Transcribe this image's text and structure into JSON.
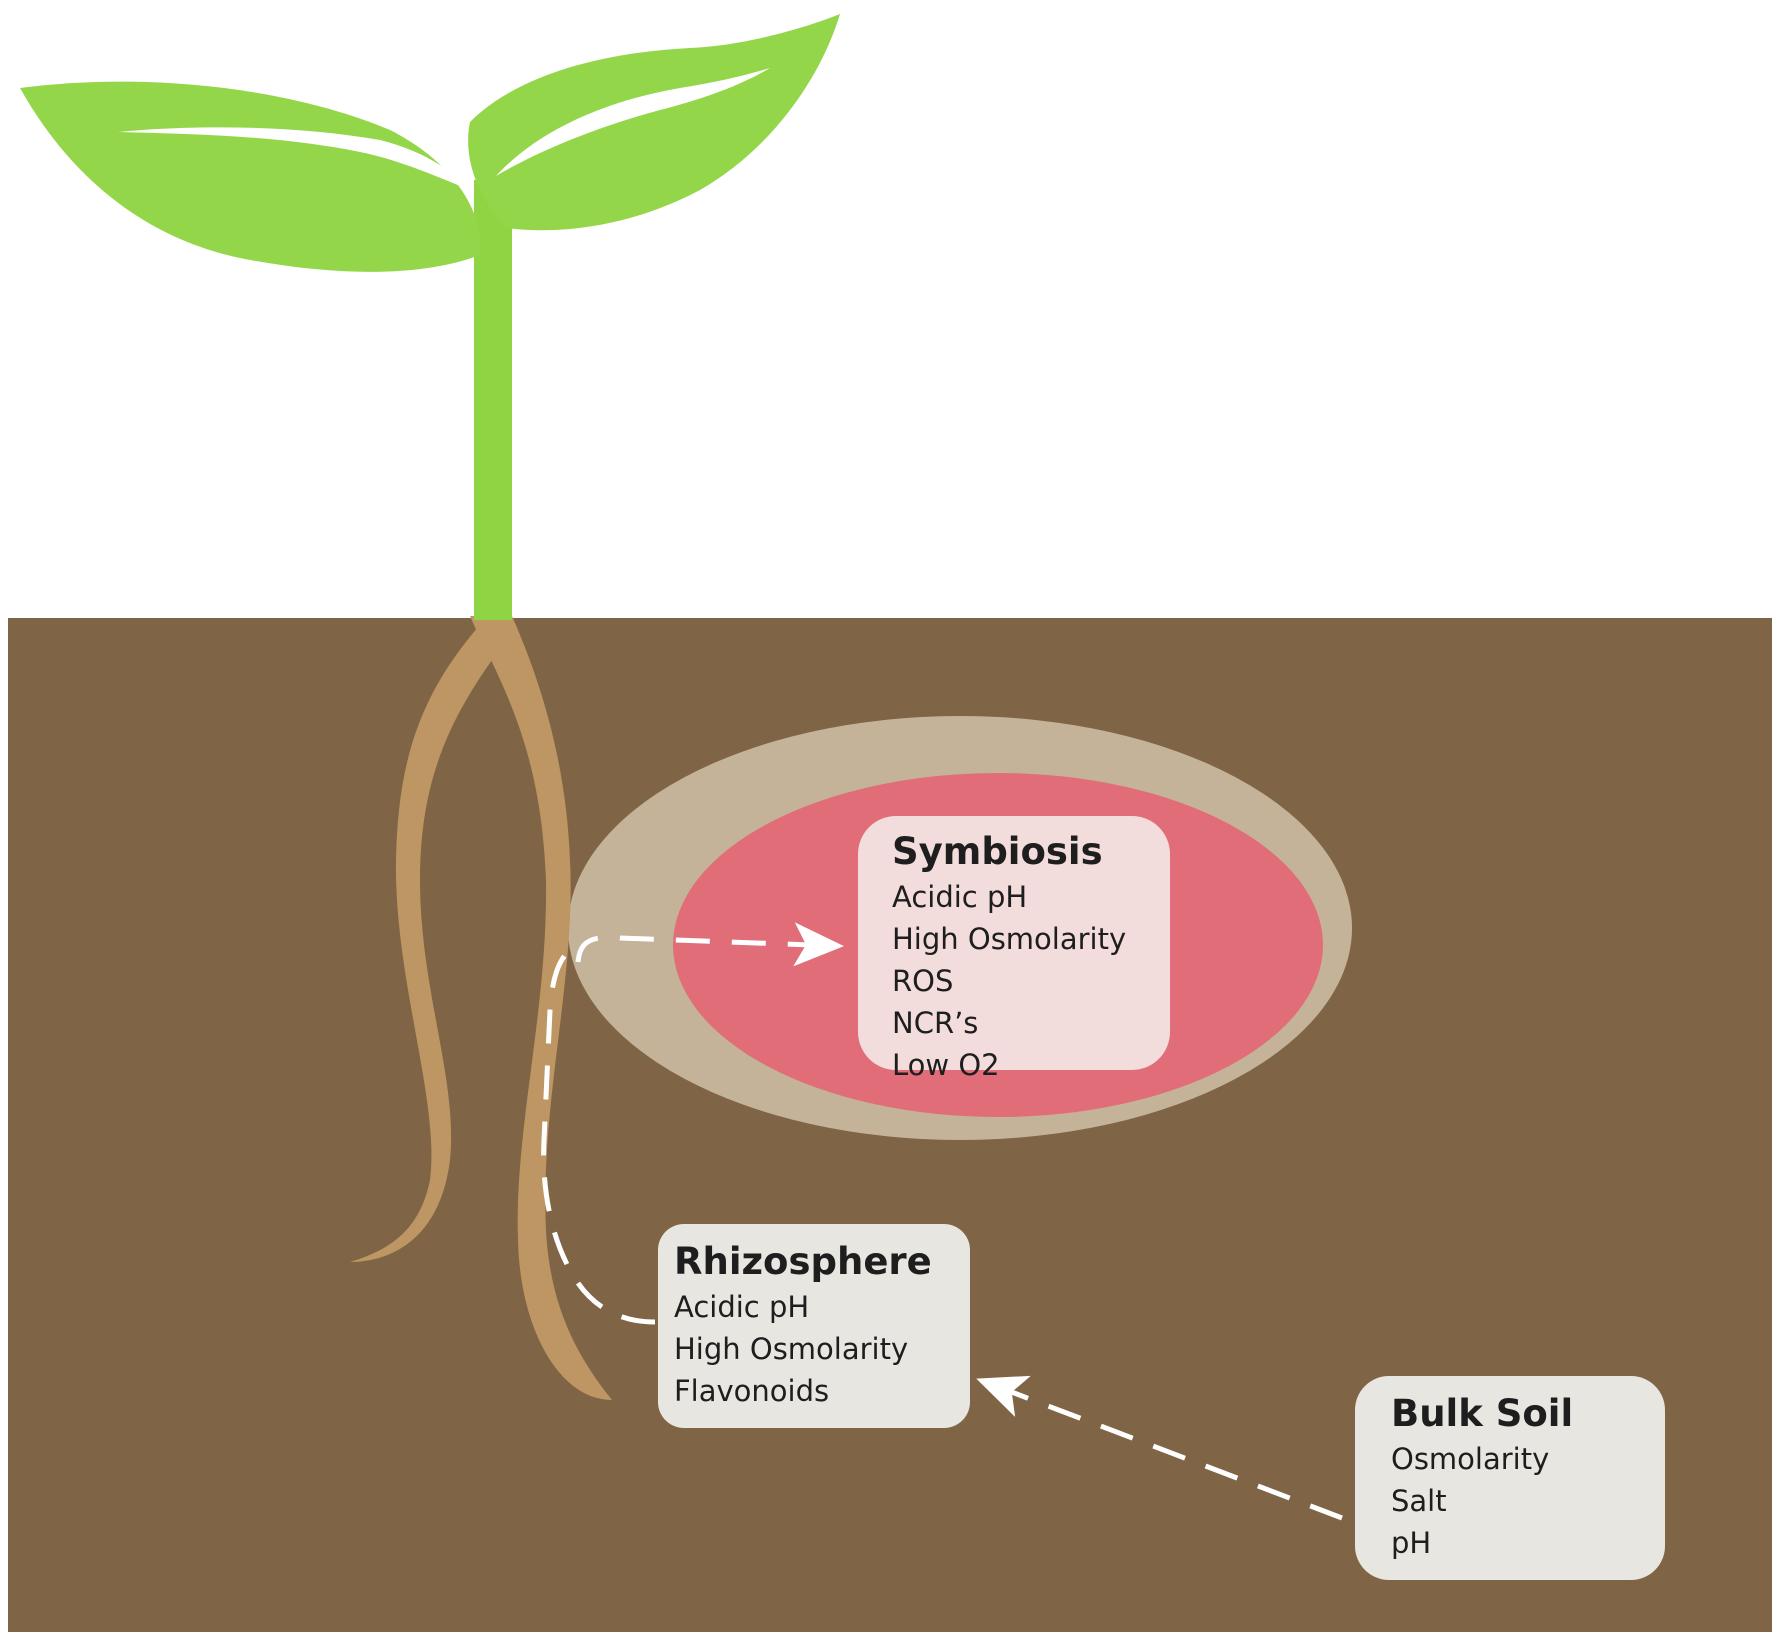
{
  "symbiosis": {
    "title": "Symbiosis",
    "items": [
      "Acidic pH",
      "High Osmolarity",
      "ROS",
      "NCR’s",
      "Low O2"
    ]
  },
  "rhizosphere": {
    "title": "Rhizosphere",
    "items": [
      "Acidic pH",
      "High Osmolarity",
      "Flavonoids"
    ]
  },
  "bulk_soil": {
    "title": "Bulk Soil",
    "items": [
      "Osmolarity",
      "Salt",
      "pH"
    ]
  },
  "colors": {
    "soil": "#7f6545",
    "root": "#bd9664",
    "leaf": "#94d64a",
    "stem": "#8fd443",
    "nodule_outer": "#c4b399",
    "nodule_inner": "#e16d79",
    "arrow": "#ffffff"
  }
}
